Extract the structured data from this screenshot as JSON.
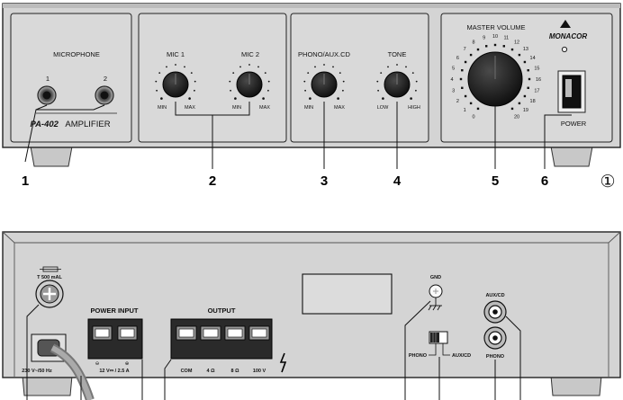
{
  "front": {
    "microphone": {
      "title": "MICROPHONE",
      "jack1": "1",
      "jack2": "2"
    },
    "model": "PA-402",
    "model_suffix": "AMPLIFIER",
    "mic1": {
      "title": "MIC 1",
      "min": "MIN",
      "max": "MAX"
    },
    "mic2": {
      "title": "MIC 2",
      "min": "MIN",
      "max": "MAX"
    },
    "phono": {
      "title": "PHONO/AUX.CD",
      "min": "MIN",
      "max": "MAX"
    },
    "tone": {
      "title": "TONE",
      "low": "LOW",
      "high": "HIGH"
    },
    "master": {
      "title": "MASTER VOLUME",
      "scale": [
        "0",
        "1",
        "2",
        "3",
        "4",
        "5",
        "6",
        "7",
        "8",
        "9",
        "10",
        "11",
        "12",
        "13",
        "14",
        "15",
        "16",
        "17",
        "18",
        "19",
        "20"
      ]
    },
    "brand": "MONACOR",
    "power": "POWER",
    "figure_number": "①"
  },
  "callouts": [
    "1",
    "2",
    "3",
    "4",
    "5",
    "6"
  ],
  "rear": {
    "fuse": "T 500 mAL",
    "mains": "230 V~/50 Hz",
    "power_input": {
      "title": "POWER INPUT",
      "rating": "12 V⎓ / 2.5 A"
    },
    "output": {
      "title": "OUTPUT",
      "terminals": [
        "COM",
        "4 Ω",
        "8 Ω",
        "100 V"
      ]
    },
    "gnd": "GND",
    "switch": {
      "left": "PHONO",
      "right": "AUX/CD"
    },
    "rca": {
      "top": "AUX/CD",
      "bottom": "PHONO"
    }
  }
}
